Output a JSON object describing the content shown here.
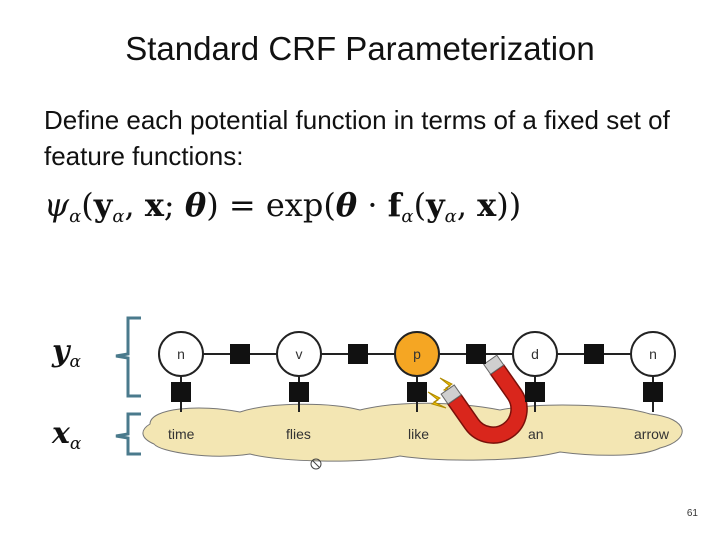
{
  "slide": {
    "title": "Standard CRF Parameterization",
    "body": "Define each potential function in terms of a fixed set of feature functions:",
    "page_number": "61"
  },
  "equation": {
    "lhs_fn": "ψ",
    "sub": "α",
    "y": "y",
    "x": "x",
    "theta": "θ",
    "exp": "exp",
    "f": "f"
  },
  "labels": {
    "y_var": "y",
    "x_var": "x",
    "sub": "α"
  },
  "tags": [
    {
      "label": "n",
      "fill": "#ffffff"
    },
    {
      "label": "v",
      "fill": "#ffffff"
    },
    {
      "label": "p",
      "fill": "#f5a623"
    },
    {
      "label": "d",
      "fill": "#ffffff"
    },
    {
      "label": "n",
      "fill": "#ffffff"
    }
  ],
  "words": [
    "time",
    "flies",
    "like",
    "an",
    "arrow"
  ],
  "colors": {
    "cloud_fill": "#f3e6b3",
    "bracket": "#4a7a8c",
    "magnet_red": "#d9261c",
    "lightning": "#f2c200"
  },
  "icons": [
    "magnet-icon",
    "lightning-icon",
    "arrow-icon"
  ]
}
